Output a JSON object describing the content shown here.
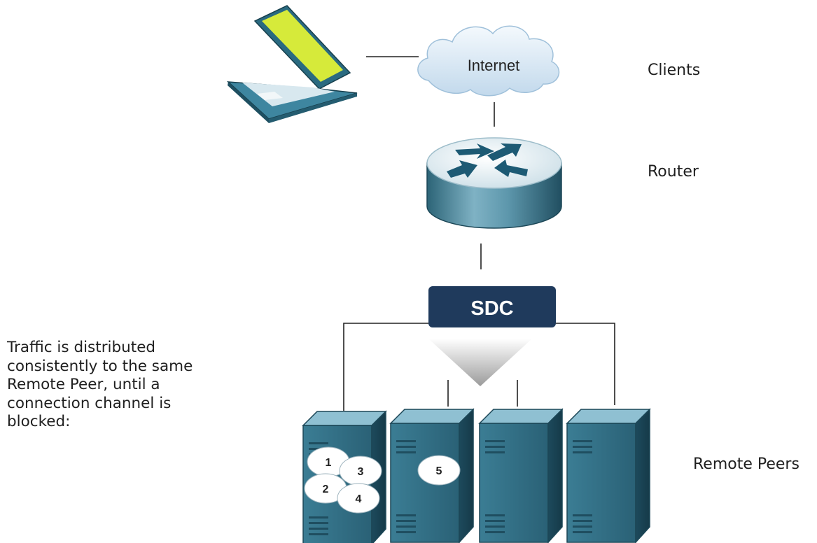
{
  "nodes": {
    "internet_label": "Internet",
    "sdc_label": "SDC"
  },
  "labels": {
    "clients": "Clients",
    "router": "Router",
    "remote_peers": "Remote Peers"
  },
  "description": {
    "lines": [
      "Traffic is distributed",
      "consistently to the same",
      "Remote Peer, until a",
      "connection channel is",
      "blocked:"
    ]
  },
  "connection_badges": {
    "peer_1": [
      "1",
      "3",
      "2",
      "4"
    ],
    "peer_2": [
      "5"
    ]
  },
  "colors": {
    "sdc_box": "#1f3a5c",
    "server_teal": "#2f6f86",
    "router_body": "#5e9bb1",
    "cloud": "#d7e7f4",
    "laptop_screen": "#d6ea3a",
    "line": "#222222"
  },
  "icons": {
    "laptop": "laptop-icon",
    "cloud": "cloud-icon",
    "router": "router-icon",
    "funnel": "funnel-icon",
    "server": "server-icon"
  }
}
